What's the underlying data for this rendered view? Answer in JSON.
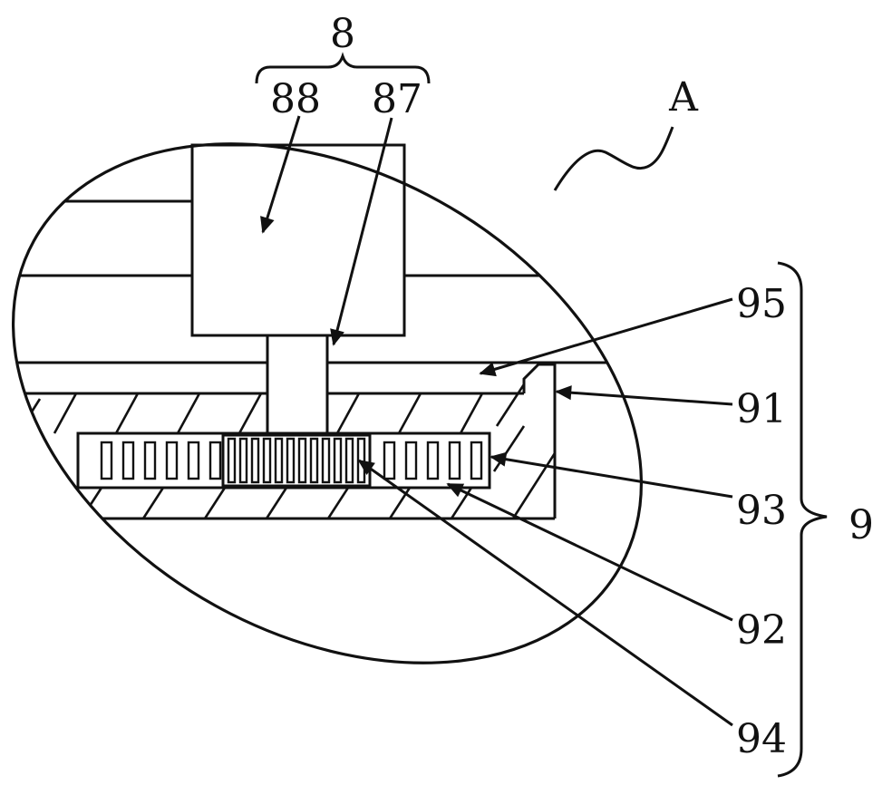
{
  "figure": {
    "stroke_color": "#111111",
    "background_color": "#ffffff",
    "labels": {
      "group_8": "8",
      "part_88": "88",
      "part_87": "87",
      "detail_A": "A",
      "part_95": "95",
      "part_91": "91",
      "part_93": "93",
      "group_9": "9",
      "part_92": "92",
      "part_94": "94"
    }
  }
}
